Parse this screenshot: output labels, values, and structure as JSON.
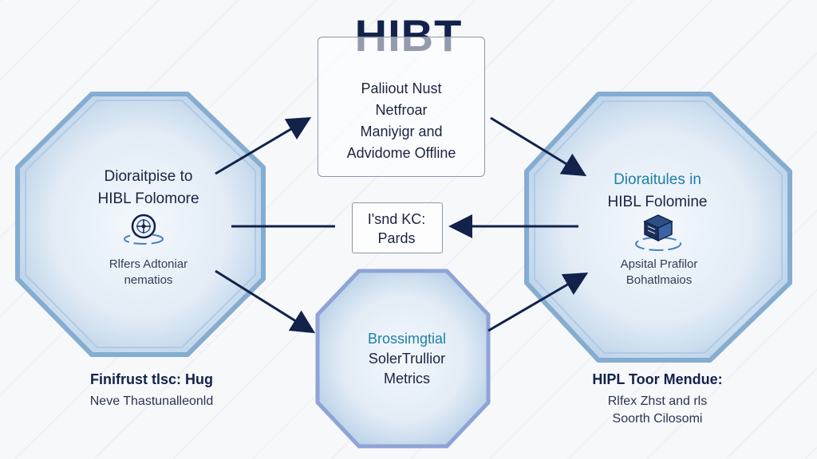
{
  "title": "HIBT",
  "top_box": {
    "lines": [
      "Paliiout Nust",
      "Netfroar",
      "Maniyigr and",
      "Advidome Offline"
    ]
  },
  "center_box": {
    "lines": [
      "I'snd KC:",
      "Pards"
    ]
  },
  "left_hex": {
    "title_lines": [
      "Dioraitpise to",
      "HIBL Folomore"
    ],
    "icon": "compass-icon",
    "sub_lines": [
      "Rlfers Adtoniar",
      "nematios"
    ]
  },
  "right_hex": {
    "title_lines": [
      "Dioraitules in",
      "HIBL Folomine"
    ],
    "icon": "cube-box-icon",
    "sub_lines": [
      "Apsital Prafilor",
      "Bohatlmaios"
    ]
  },
  "bottom_hex": {
    "lines": [
      "Brossimgtial",
      "SolerTrullior",
      "Metrics"
    ]
  },
  "left_caption": {
    "title": "Finifrust tlsc: Hug",
    "sub_lines": [
      "Neve Thastunalleonld"
    ]
  },
  "right_caption": {
    "title": "HIPL Toor Mendue:",
    "sub_lines": [
      "Rlfex Zhst and rls",
      "Soorth Cilosomi"
    ]
  },
  "colors": {
    "navy": "#12224a",
    "accent_teal": "#1f7fa6",
    "ice_fill": "#dbe8f3",
    "ice_edge": "#7fa8cf"
  }
}
